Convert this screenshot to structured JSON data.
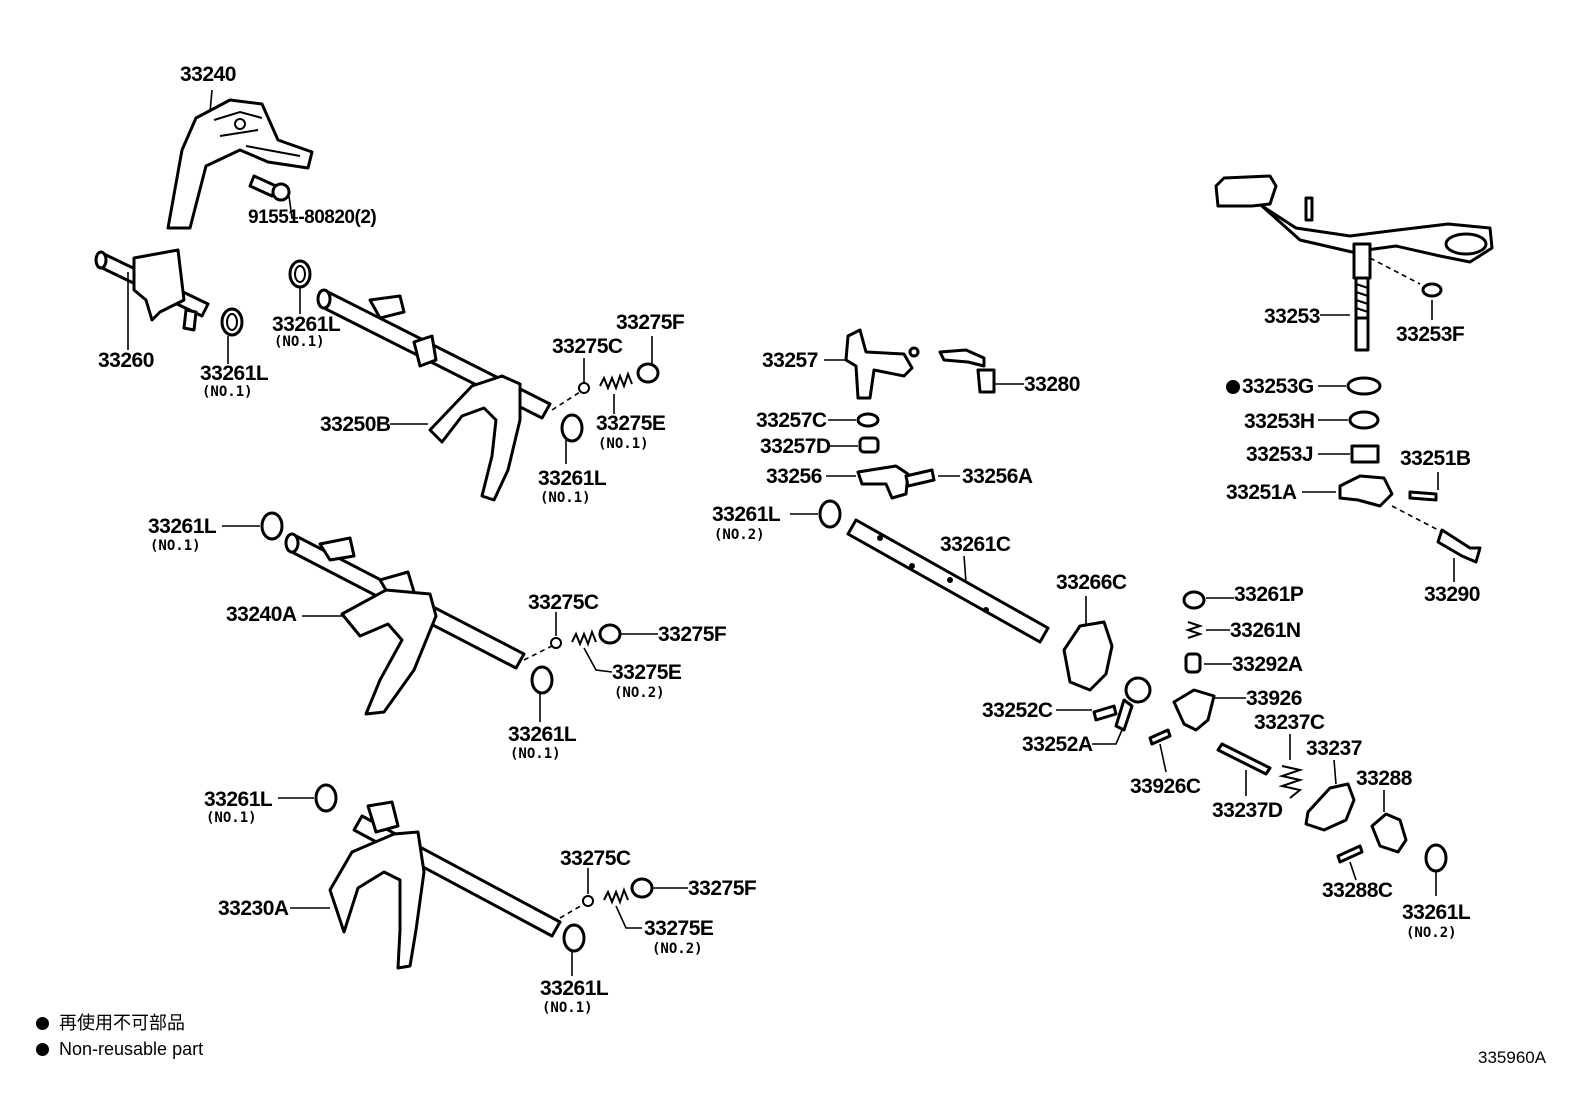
{
  "parts": {
    "p33240": "33240",
    "p91551": "91551-80820(2)",
    "p33260": "33260",
    "p33261L_a": "33261L",
    "p33261L_a_sub": "(NO.1)",
    "p33261L_b": "33261L",
    "p33261L_b_sub": "(NO.1)",
    "p33250B": "33250B",
    "p33275F_a": "33275F",
    "p33275C_a": "33275C",
    "p33275E_a": "33275E",
    "p33275E_a_sub": "(NO.1)",
    "p33261L_c": "33261L",
    "p33261L_c_sub": "(NO.1)",
    "p33261L_d": "33261L",
    "p33261L_d_sub": "(NO.1)",
    "p33240A": "33240A",
    "p33275C_b": "33275C",
    "p33275F_b": "33275F",
    "p33275E_b": "33275E",
    "p33275E_b_sub": "(NO.2)",
    "p33261L_e": "33261L",
    "p33261L_e_sub": "(NO.1)",
    "p33261L_f": "33261L",
    "p33261L_f_sub": "(NO.1)",
    "p33230A": "33230A",
    "p33275C_c": "33275C",
    "p33275F_c": "33275F",
    "p33275E_c": "33275E",
    "p33275E_c_sub": "(NO.2)",
    "p33261L_g": "33261L",
    "p33261L_g_sub": "(NO.1)",
    "p33257": "33257",
    "p33280": "33280",
    "p33257C": "33257C",
    "p33257D": "33257D",
    "p33256": "33256",
    "p33256A": "33256A",
    "p33261L_h": "33261L",
    "p33261L_h_sub": "(NO.2)",
    "p33261C": "33261C",
    "p33266C": "33266C",
    "p33253": "33253",
    "p33253F": "33253F",
    "p33253G": "33253G",
    "p33253H": "33253H",
    "p33253J": "33253J",
    "p33251B": "33251B",
    "p33251A": "33251A",
    "p33290": "33290",
    "p33261P": "33261P",
    "p33261N": "33261N",
    "p33292A": "33292A",
    "p33926": "33926",
    "p33252C": "33252C",
    "p33252A": "33252A",
    "p33237C": "33237C",
    "p33237": "33237",
    "p33926C": "33926C",
    "p33237D": "33237D",
    "p33288": "33288",
    "p33288C": "33288C",
    "p33261L_i": "33261L",
    "p33261L_i_sub": "(NO.2)"
  },
  "legend": {
    "line1": "再使用不可部品",
    "line2": "Non-reusable part"
  },
  "diagram_code": "335960A"
}
